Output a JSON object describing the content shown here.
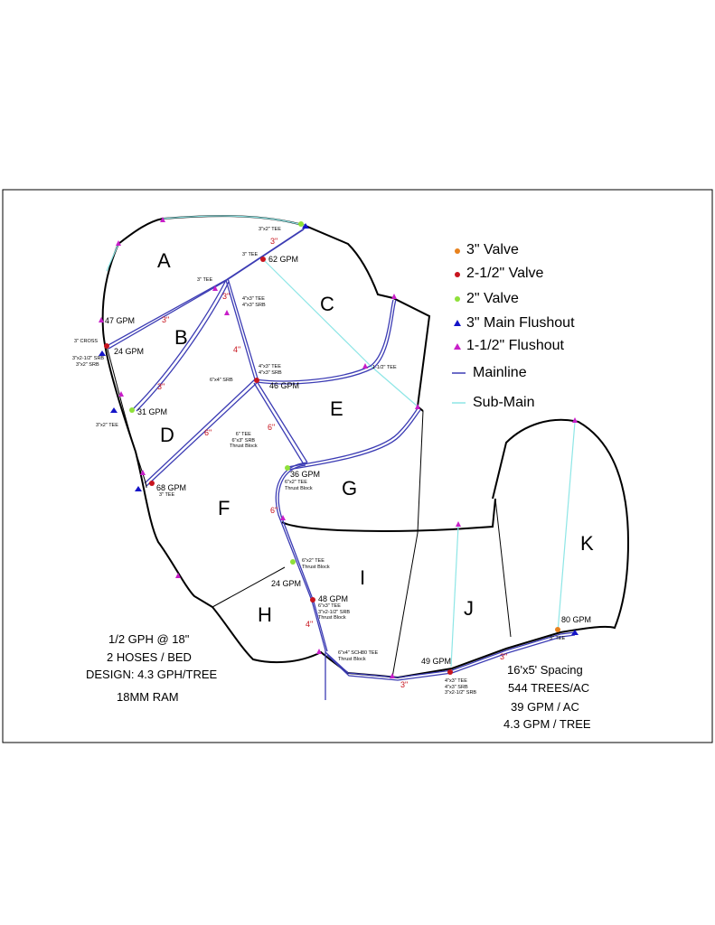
{
  "zones": [
    "A",
    "B",
    "C",
    "D",
    "E",
    "F",
    "G",
    "H",
    "I",
    "J",
    "K"
  ],
  "legend": {
    "valve3": "3\" Valve",
    "valve25": "2-1/2\" Valve",
    "valve2": "2\" Valve",
    "main_flush": "3\" Main Flushout",
    "flush15": "1-1/2\" Flushout",
    "mainline": "Mainline",
    "submain": "Sub-Main",
    "colors": {
      "valve3": "#e8821e",
      "valve25": "#c8141e",
      "valve2": "#8fe03a",
      "main_flush": "#1414c8",
      "flush15": "#c81ec8",
      "mainline": "#3c3cb4",
      "submain": "#8ee6e6"
    }
  },
  "design_notes": [
    "1/2 GPH @ 18\"",
    "2 HOSES / BED",
    "DESIGN: 4.3 GPH/TREE",
    "18MM RAM"
  ],
  "spacing_notes": [
    "16'x5' Spacing",
    "544 TREES/AC",
    "39 GPM / AC",
    "4.3 GPM / TREE"
  ],
  "flows": [
    "62 GPM",
    "47 GPM",
    "24 GPM",
    "46 GPM",
    "31 GPM",
    "36 GPM",
    "68 GPM",
    "24 GPM",
    "48 GPM",
    "49 GPM",
    "80 GPM"
  ],
  "pipe_sizes": [
    "3\"",
    "3\"",
    "3\"",
    "4\"",
    "3\"",
    "6\"",
    "6\"",
    "6\"",
    "4\"",
    "3\"",
    "3\""
  ],
  "fittings": {
    "tee_3x2_top": "3\"x2\" TEE",
    "tee_3_top": "3\" TEE",
    "tee_3_ab": "3\" TEE",
    "tee_4x3_srb_top": [
      "4\"x3\" TEE",
      "4\"x3\" SRB"
    ],
    "cross_3": "3\" CROSS",
    "srb_left": [
      "3\"x2-1/2\" SRB",
      "3\"x2\" SRB"
    ],
    "tee_4x3_srb_mid": [
      "4\"x3\" TEE",
      "4\"x3\" SRB"
    ],
    "srb_6x4": "6\"x4\" SRB",
    "tee_15": "1-1/2\" TEE",
    "tee_6_thrust": [
      "6\" TEE",
      "6\"x3\" SRB",
      "Thrust Block"
    ],
    "tee_3x2_left": "3\"x2\" TEE",
    "tee_6x2_g": [
      "6\"x2\" TEE",
      "Thrust Block"
    ],
    "tee_3_df": "3\" TEE",
    "tee_6x2_h": [
      "6\"x2\" TEE",
      "Thrust Block"
    ],
    "tee_6x3_i": [
      "6\"x3\" TEE",
      "3\"x2-1/2\" SRB",
      "Thrust Block"
    ],
    "tee_sch80": [
      "6\"x4\" SCH80 TEE",
      "Thrust Block"
    ],
    "tee_4x3_srb_bottom": [
      "4\"x3\" TEE",
      "4\"x3\" SRB",
      "3\"x2-1/2\" SRB"
    ],
    "tee_3_k": "3\" TEE"
  }
}
